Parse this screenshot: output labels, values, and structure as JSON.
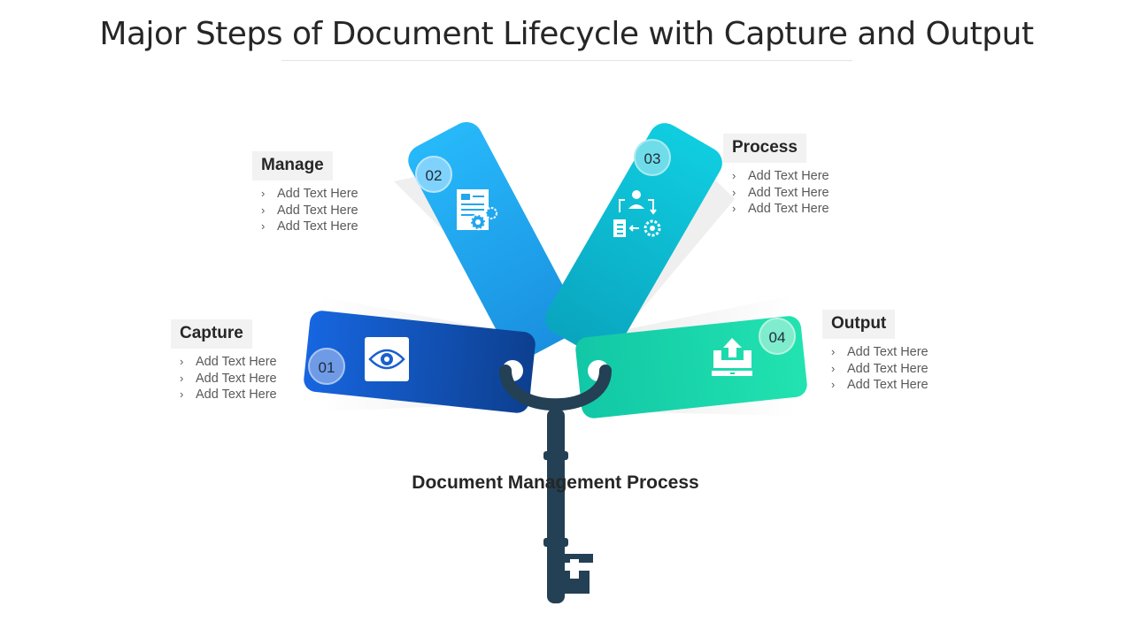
{
  "title": "Major Steps of Document Lifecycle with Capture and Output",
  "center_label": "Document Management Process",
  "steps": [
    {
      "number": "01",
      "name": "Capture",
      "icon": "eye-icon",
      "color": "#1a5fcf",
      "items": [
        "Add Text Here",
        "Add Text Here",
        "Add Text Here"
      ]
    },
    {
      "number": "02",
      "name": "Manage",
      "icon": "document-settings-icon",
      "color": "#22a6ee",
      "items": [
        "Add Text Here",
        "Add Text Here",
        "Add Text Here"
      ]
    },
    {
      "number": "03",
      "name": "Process",
      "icon": "workflow-icon",
      "color": "#14c0d4",
      "items": [
        "Add Text Here",
        "Add Text Here",
        "Add Text Here"
      ]
    },
    {
      "number": "04",
      "name": "Output",
      "icon": "upload-tray-icon",
      "color": "#1fd4a8",
      "items": [
        "Add Text Here",
        "Add Text Here",
        "Add Text Here"
      ]
    }
  ],
  "key_color": "#234055"
}
